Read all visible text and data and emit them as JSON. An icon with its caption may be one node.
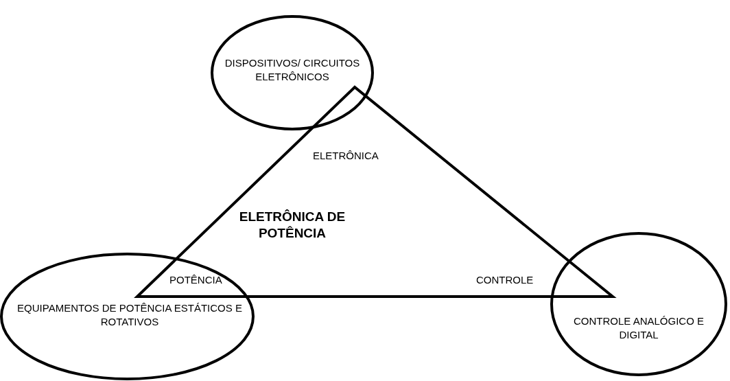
{
  "diagram": {
    "nodes": [
      {
        "text": [
          "DISPOSITIVOS/ CIRCUITOS ELETRÔNICOS"
        ]
      },
      {
        "text": [
          "ELETRÔNICA DE POTÊNCIA"
        ]
      },
      {
        "text": [
          "EQUIPAMENTOS DE POTÊNCIA ESTÁTICOS E ROTATIVOS"
        ]
      },
      {
        "text": [
          "CONTROLE ANALÓGICO E DIGITAL"
        ]
      }
    ],
    "labels": [
      "ELETRÔNICA",
      "POTÊNCIA",
      "CONTROLE"
    ]
  }
}
